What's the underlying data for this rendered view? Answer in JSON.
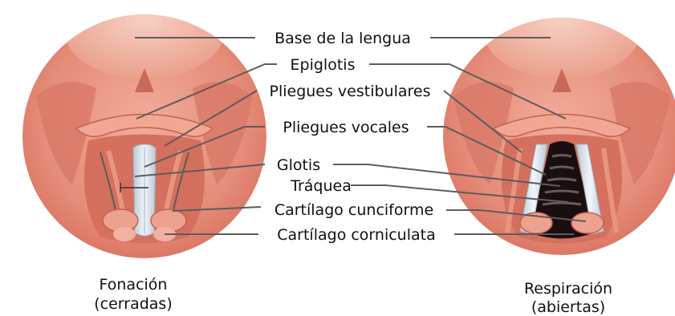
{
  "labels": {
    "base_lengua": "Base de la lengua",
    "epiglotis": "Epiglotis",
    "pliegues_vestibulares": "Pliegues vestibulares",
    "pliegues_vocales": "Pliegues vocales",
    "glotis": "Glotis",
    "traquea": "Tráquea",
    "cartilago_cunciforme": "Cartílago cunciforme",
    "cartilago_corniculata": "Cartílago corniculata"
  },
  "captions": {
    "left_line1": "Fonación",
    "left_line2": "(cerradas)",
    "right_line1": "Respiración",
    "right_line2": "(abiertas)"
  },
  "colors": {
    "tissue": "#e9917f",
    "tissue_light": "#f4b8a8",
    "tissue_dark": "#c9604f",
    "vocal_fold": "#dde7ef",
    "airway": "#1a0f10",
    "leader": "#5c5c5c"
  }
}
